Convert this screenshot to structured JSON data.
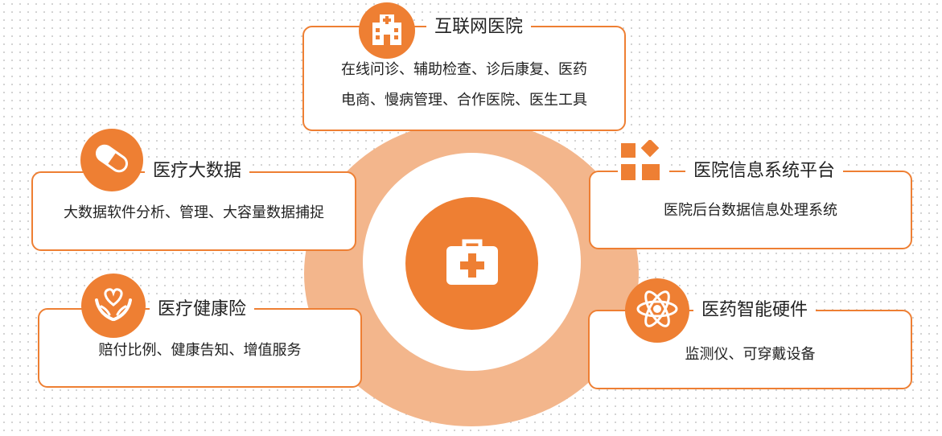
{
  "colors": {
    "accent": "#ee7f33",
    "ring": "#f3b68c"
  },
  "center": {
    "icon": "medical-kit-icon"
  },
  "cards": {
    "internet_hospital": {
      "title": "互联网医院",
      "line1": "在线问诊、辅助检查、诊后康复、医药",
      "line2": "电商、慢病管理、合作医院、医生工具",
      "icon": "hospital-building-icon"
    },
    "big_data": {
      "title": "医疗大数据",
      "desc": "大数据软件分析、管理、大容量数据捕捉",
      "icon": "capsule-icon"
    },
    "insurance": {
      "title": "医疗健康险",
      "desc": "赔付比例、健康告知、增值服务",
      "icon": "hands-heart-icon"
    },
    "his": {
      "title": "医院信息系统平台",
      "desc": "医院后台数据信息处理系统",
      "icon": "blocks-icon"
    },
    "hardware": {
      "title": "医药智能硬件",
      "desc": "监测仪、可穿戴设备",
      "icon": "atom-icon"
    }
  }
}
